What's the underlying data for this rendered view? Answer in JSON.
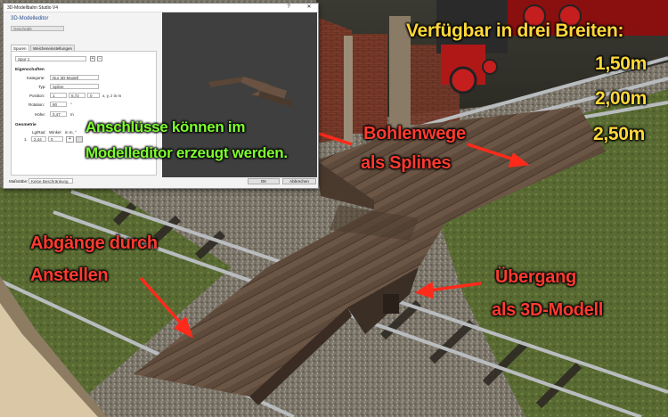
{
  "dialog": {
    "window_title": "3D-Modellbahn Studio V4",
    "minimize": "?",
    "close": "✕",
    "header": "3D-Modelleditor",
    "dropdown_value": "Geschrafe",
    "tabs": [
      "Spuren",
      "Weicheneinstellungen"
    ],
    "track_select": "Spur 1",
    "add": "+",
    "remove": "−",
    "section_properties": "Eigenschaften",
    "label_category": "Kategorie:",
    "category_value": "Nur 3D-Modell",
    "label_type": "Typ:",
    "type_value": "Spline",
    "label_position": "Position:",
    "pos_x": "1",
    "pos_y": "6,72",
    "pos_z": "0",
    "pos_unit": "x, y, z in m",
    "label_rotation": "Rotation:",
    "rotation_value": "90",
    "rotation_unit": "°",
    "label_height": "Höhe:",
    "height_value": "0,47",
    "height_unit": "m",
    "section_geometry": "Geometrie",
    "col_length": "Lg/Rad",
    "col_angle": "Winkel",
    "col_unit": "in m, °",
    "row_label": "1.",
    "geo_length": "2,44",
    "geo_angle": "0",
    "footer_label": "Maßstäbe:",
    "footer_value": "Keine Beschränkung",
    "ok": "OK",
    "cancel": "Abbrechen"
  },
  "captions": {
    "available": "Verfügbar in drei Breiten:",
    "w1": "1,50m",
    "w2": "2,00m",
    "w3": "2,50m",
    "planks_1": "Bohlenwege",
    "planks_2": "als Splines",
    "connect_1": "Anschlüsse können im",
    "connect_2": "Modelleditor erzeugt werden.",
    "exits_1": "Abgänge durch",
    "exits_2": "Anstellen",
    "crossing_1": "Übergang",
    "crossing_2": "als 3D-Modell"
  }
}
